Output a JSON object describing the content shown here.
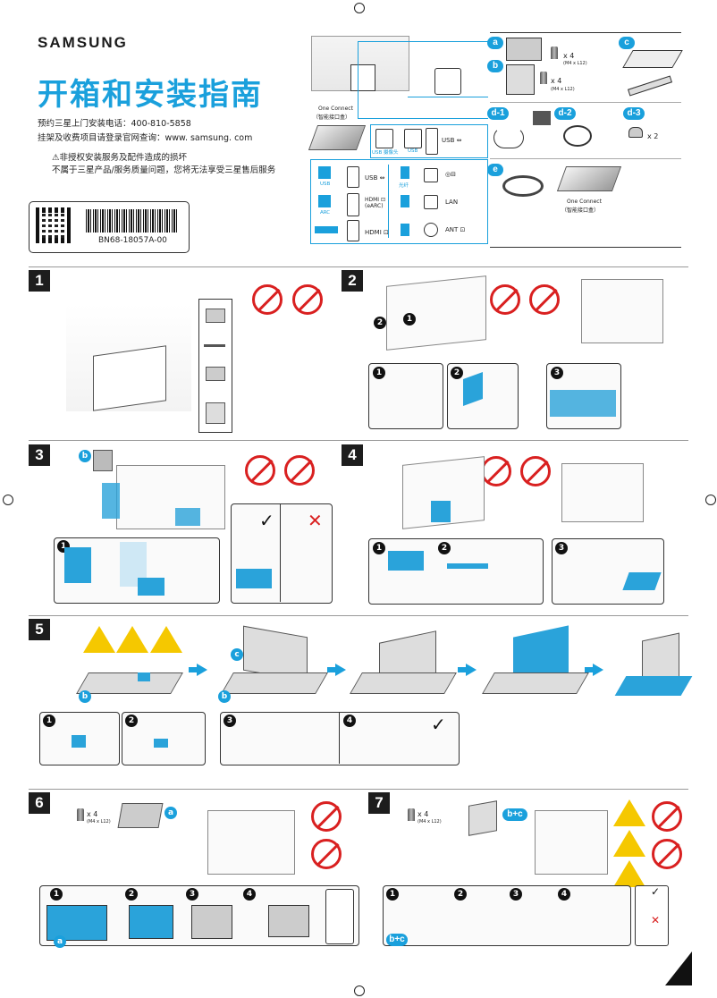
{
  "header": {
    "brand": "SAMSUNG",
    "title": "开箱和安装指南",
    "install_line": "预约三星上门安装电话：400-810-5858",
    "fee_line": "挂架及收费项目请登录官网查询：www. samsung. com",
    "warning_line1": "⚠非授权安装服务及配件造成的损坏",
    "warning_line2": "不属于三星产品/服务质量问题，您将无法享受三星售后服务",
    "barcode_code": "BN68-18057A-00"
  },
  "connect_diagram": {
    "one_connect_label": "One Connect",
    "one_connect_sub": "（智能接口盒）",
    "ports_top": [
      {
        "label": "USB",
        "sub": "USB 摄像头"
      },
      {
        "label": "USB",
        "sub": "USB"
      },
      {
        "label": "USB ⇔",
        "sub": ""
      }
    ],
    "ports_left": [
      {
        "label": "USB ⇔",
        "sub": "USB"
      },
      {
        "label": "HDMI ⊡\n(eARC)",
        "sub": "ARC"
      },
      {
        "label": "HDMI ⊡",
        "sub": ""
      }
    ],
    "ports_right": [
      {
        "label": "◎⊟",
        "sub": "光纤"
      },
      {
        "label": "LAN",
        "sub": ""
      },
      {
        "label": "ANT ⊡",
        "sub": ""
      }
    ]
  },
  "parts": {
    "a_label": "a",
    "b_label": "b",
    "c_label": "c",
    "d1_label": "d-1",
    "d2_label": "d-2",
    "d3_label": "d-3",
    "e_label": "e",
    "a_qty": "x 4",
    "a_spec": "(M4 x L12)",
    "b_qty": "x 4",
    "b_spec": "(M4 x L12)",
    "d3_qty": "x 2",
    "e_label_text": "One Connect",
    "e_label_sub": "（智能接口盒）"
  },
  "steps": [
    {
      "num": "1"
    },
    {
      "num": "2"
    },
    {
      "num": "3"
    },
    {
      "num": "4"
    },
    {
      "num": "5"
    },
    {
      "num": "6"
    },
    {
      "num": "7"
    }
  ],
  "step6": {
    "qty": "x 4",
    "spec": "(M4 x L12)",
    "part": "a"
  },
  "step7": {
    "qty": "x 4",
    "spec": "(M4 x L12)",
    "part": "b+c"
  },
  "substeps": [
    "1",
    "2",
    "3",
    "4"
  ],
  "colors": {
    "accent": "#1aa0dc",
    "warning": "#f5c800",
    "prohibit": "#d92020"
  }
}
